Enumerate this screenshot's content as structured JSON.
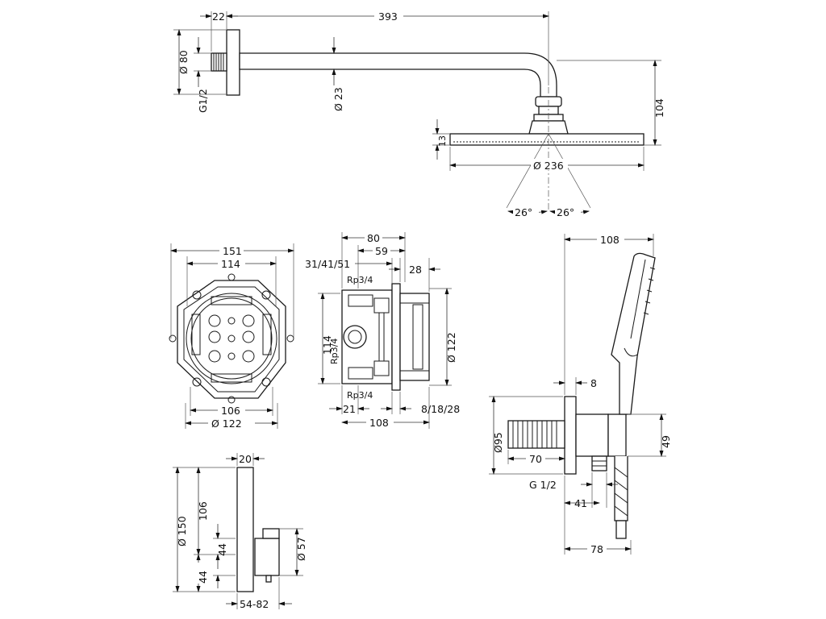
{
  "overhead": {
    "wall_offset": "22",
    "arm_length": "393",
    "flange_dia": "Ø 80",
    "thread": "G1/2",
    "arm_dia": "Ø 23",
    "height": "104",
    "head_thickness": "13",
    "head_dia": "Ø 236",
    "angle_left": "26°",
    "angle_right": "26°"
  },
  "box_front": {
    "width_outer": "151",
    "width_inner": "114",
    "bottom_inner": "106",
    "bottom_dia": "Ø 122"
  },
  "box_side": {
    "depth": "80",
    "depth_inner": "59",
    "depths": "31/41/51",
    "plaster": "28",
    "rp_top": "Rp3/4",
    "rp_mid": "Rp3/4",
    "rp_bottom": "Rp3/4",
    "height": "114",
    "dia": "Ø 122",
    "offset": "21",
    "total_depth": "108",
    "cover": "8/18/28"
  },
  "hand_shower": {
    "width": "108",
    "wall": "8",
    "flange_dia": "Ø95",
    "pipe": "70",
    "height": "49",
    "thread": "G 1/2",
    "outlet": "41",
    "depth": "78"
  },
  "trim": {
    "width": "20",
    "total_height": "Ø 150",
    "upper_height": "106",
    "knob_height": "44",
    "bottom": "44",
    "knob_dia": "Ø 57",
    "projection": "54-82"
  }
}
